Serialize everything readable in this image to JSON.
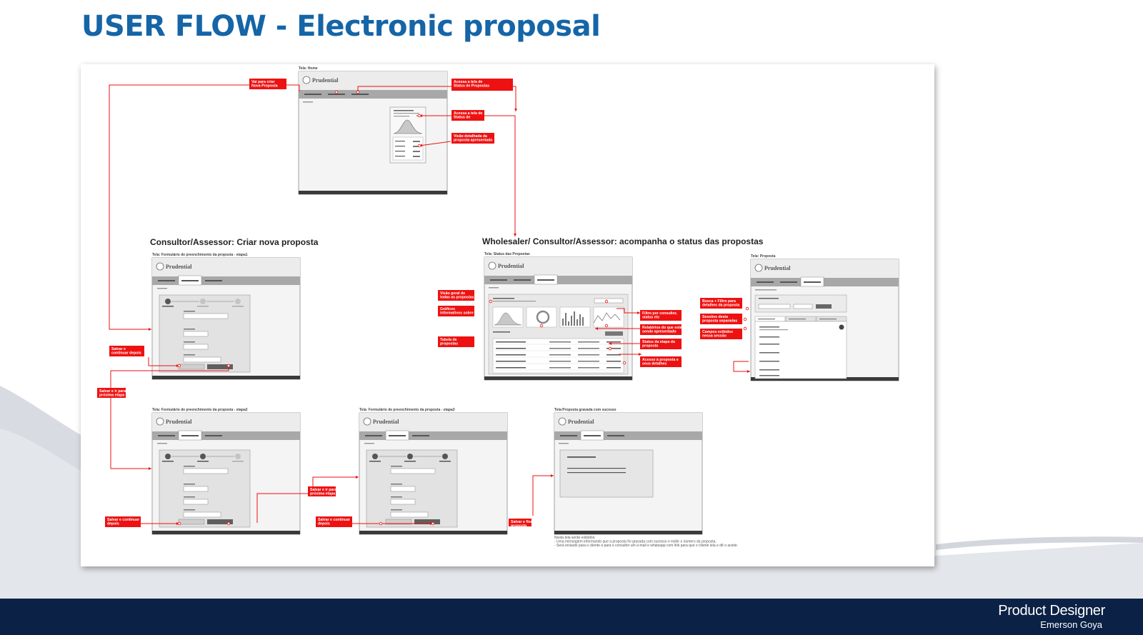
{
  "slide_title": "USER FLOW - Electronic proposal",
  "footer": {
    "role": "Product Designer",
    "author": "Emerson Goya"
  },
  "sections": [
    {
      "key": "create",
      "title": "Consultor/Assessor: Criar nova proposta"
    },
    {
      "key": "status",
      "title": "Wholesaler/ Consultor/Assessor: acompanha o status das propostas"
    }
  ],
  "brand": "Prudential",
  "screens": [
    {
      "key": "home",
      "caption": "Tela: Home"
    },
    {
      "key": "etapa1",
      "caption": "Tela: Formulário de preenchimento da proposta - etapa1"
    },
    {
      "key": "status",
      "caption": "Tela: Status das Propostas"
    },
    {
      "key": "proposta",
      "caption": "Tela: Proposta"
    },
    {
      "key": "etapa2",
      "caption": "Tela: Formulário de preenchimento da proposta - etapa2"
    },
    {
      "key": "etapa3",
      "caption": "Tela: Formulário de preenchimento da proposta - etapa3"
    },
    {
      "key": "sucesso",
      "caption": "Tela:Proposta gravada com sucesso"
    }
  ],
  "annotations": [
    {
      "key": "nova",
      "lines": [
        "Vai para criar",
        "Nova Proposta"
      ]
    },
    {
      "key": "acesso-status-top",
      "lines": [
        "Acessa a tela de",
        "Status de Propostas"
      ]
    },
    {
      "key": "acesso-status-mid",
      "lines": [
        "Acessa a tela de",
        "Status de"
      ]
    },
    {
      "key": "visao-detalhada",
      "lines": [
        "Visão detalhada da",
        "proposta apresentada"
      ]
    },
    {
      "key": "salvar-depois-1",
      "lines": [
        "Salvar e",
        "continuar depois"
      ]
    },
    {
      "key": "salvar-proxima-1",
      "lines": [
        "Salvar e ir para",
        "próxima etapa"
      ]
    },
    {
      "key": "salvar-depois-2",
      "lines": [
        "Salvar e continuar",
        "depois"
      ]
    },
    {
      "key": "salvar-proxima-2",
      "lines": [
        "Salvar e ir para",
        "próxima etapa"
      ]
    },
    {
      "key": "salvar-depois-3",
      "lines": [
        "Salvar e continuar",
        "depois"
      ]
    },
    {
      "key": "salvar-finalizar",
      "lines": [
        "Salvar e finalizar",
        "proposta"
      ]
    },
    {
      "key": "visao-geral",
      "lines": [
        "Visão geral de",
        "todas as propostas"
      ]
    },
    {
      "key": "graficos",
      "lines": [
        "Gráficos",
        "informativos sobre"
      ]
    },
    {
      "key": "tabela",
      "lines": [
        "Tabela de",
        "propostas"
      ]
    },
    {
      "key": "filtro",
      "lines": [
        "Filtro por consultor,",
        "status etc"
      ]
    },
    {
      "key": "relatorios",
      "lines": [
        "Relatórios do que está",
        "sendo apresentado"
      ]
    },
    {
      "key": "status-etapa",
      "lines": [
        "Status da etapa da",
        "proposta"
      ]
    },
    {
      "key": "acesso-proposta",
      "lines": [
        "Acesso à proposta e",
        "seus detalhes"
      ]
    },
    {
      "key": "busca",
      "lines": [
        "Busca + Filtro para",
        "detalhes da proposta"
      ]
    },
    {
      "key": "sessoes",
      "lines": [
        "Sessões desta",
        "proposta separadas"
      ]
    },
    {
      "key": "campos",
      "lines": [
        "Campos exibidos",
        "nessa sessão"
      ]
    }
  ],
  "footnote": {
    "lines": [
      "Nesta tela serão exibidos:",
      "- Uma mensagem informando que a proposta foi gravada com sucesso e exibir o número da proposta.",
      "- Será enviado para o cliente e para o consultor um e-mail e whatsapp com link para que o cliente leia e dê o aceite."
    ]
  },
  "colors": {
    "title_blue": "#1565a7",
    "annotation_red": "#ee1111",
    "footer_navy": "#0b2145"
  }
}
